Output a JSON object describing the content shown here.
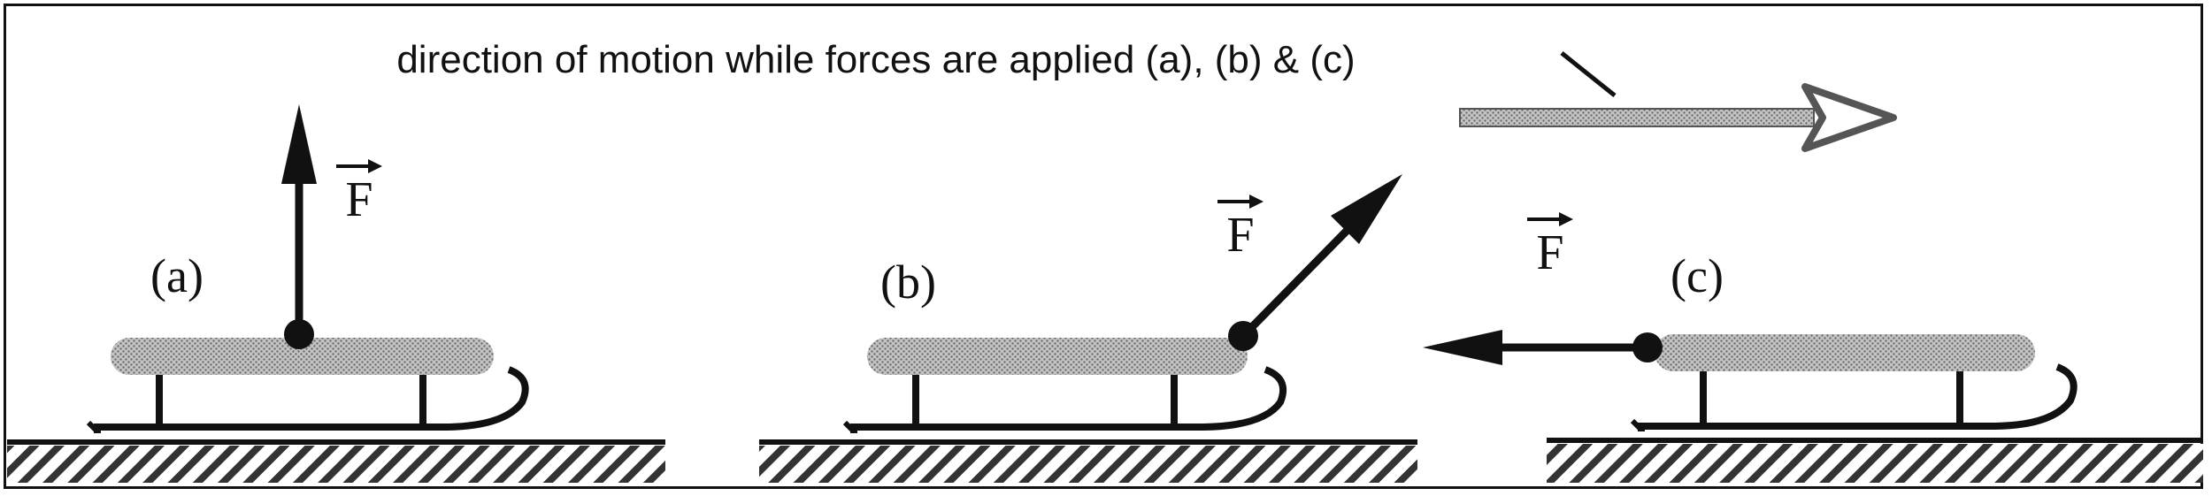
{
  "caption": "direction of motion while forces are applied (a), (b) & (c)",
  "labels": {
    "a": "(a)",
    "b": "(b)",
    "c": "(c)"
  },
  "force_symbol": "F",
  "colors": {
    "ink": "#111111",
    "sled_fill": "#a8a8a8",
    "motion_arrow": "#9a9a9a",
    "hatch": "#222222"
  }
}
